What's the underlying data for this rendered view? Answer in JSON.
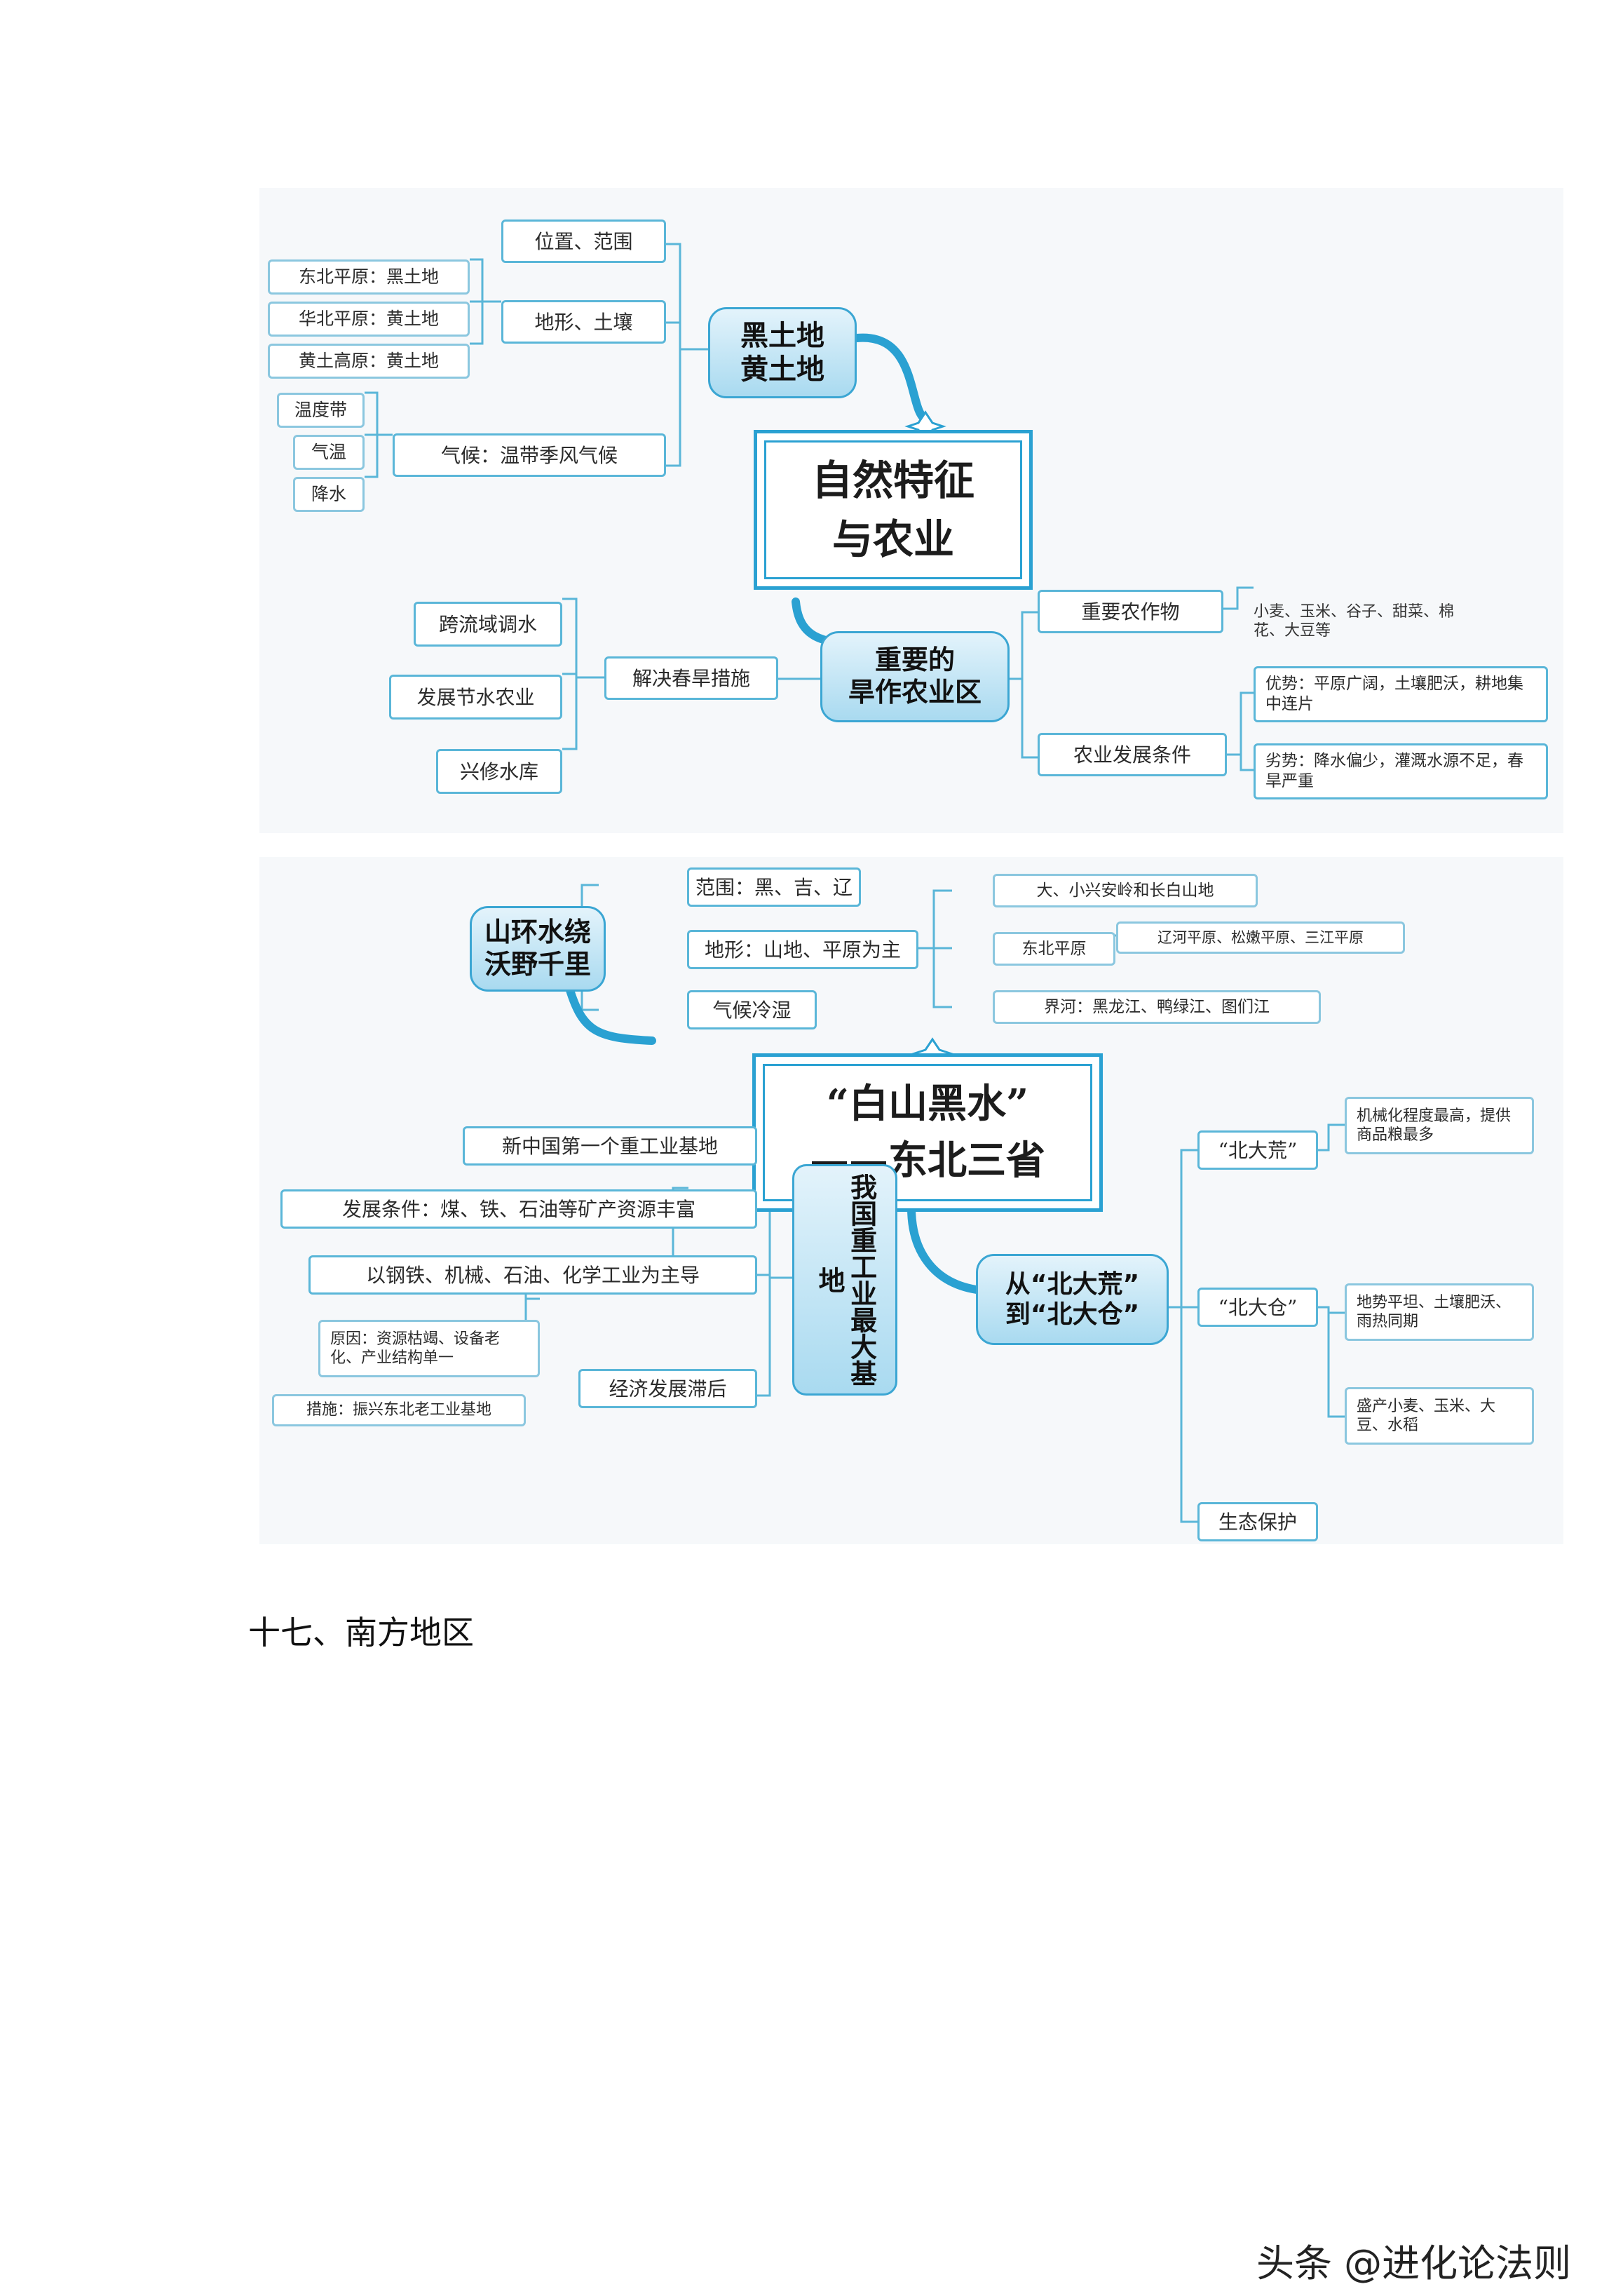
{
  "map1": {
    "center": "自然特征\n与农业",
    "hub_top": "黑土地\n黄土地",
    "hub_bottom": "重要的\n旱作农业区",
    "location": "位置、范围",
    "terrain": "地形、土壤",
    "soils": [
      "东北平原：黑土地",
      "华北平原：黄土地",
      "黄土高原：黄土地"
    ],
    "climate": "气候：温带季风气候",
    "climate_items": [
      "温度带",
      "气温",
      "降水"
    ],
    "solve": "解决春旱措施",
    "measures": [
      "跨流域调水",
      "发展节水农业",
      "兴修水库"
    ],
    "crops": "重要农作物",
    "crops_detail": "小麦、玉米、谷子、甜菜、棉花、大豆等",
    "conditions": "农业发展条件",
    "advantage": "优势：平原广阔，土壤肥沃，耕地集中连片",
    "disadvantage": "劣势：降水偏少，灌溉水源不足，春旱严重"
  },
  "map2": {
    "center": "“白山黑水”\n——东北三省",
    "hub_terrain": "山环水绕\n沃野千里",
    "scope": "范围：黑、吉、辽",
    "landform": "地形：山地、平原为主",
    "climate": "气候冷湿",
    "mountains": "大、小兴安岭和长白山地",
    "plain": "东北平原",
    "plain_detail": "辽河平原、松嫩平原、三江平原",
    "rivers": "界河：黑龙江、鸭绿江、图们江",
    "hub_industry": "我国重工业最大基地",
    "industry_items": [
      "新中国第一个重工业基地",
      "发展条件：煤、铁、石油等矿产资源丰富",
      "以钢铁、机械、石油、化学工业为主导"
    ],
    "lag": "经济发展滞后",
    "cause": "原因：资源枯竭、设备老化、产业结构单一",
    "measure": "措施：振兴东北老工业基地",
    "hub_agri": "从“北大荒”\n到“北大仓”",
    "beidahuang": "“北大荒”",
    "beidacang": "“北大仓”",
    "ecology": "生态保护",
    "mech": "机械化程度最高，提供商品粮最多",
    "flat": "地势平坦、土壤肥沃、雨热同期",
    "produce": "盛产小麦、玉米、大豆、水稻"
  },
  "section_heading": "十七、南方地区",
  "watermark": "头条 @进化论法则",
  "colors": {
    "accent": "#2aa1d2",
    "line": "#5ab6d8",
    "hub": "#a9daf0"
  }
}
